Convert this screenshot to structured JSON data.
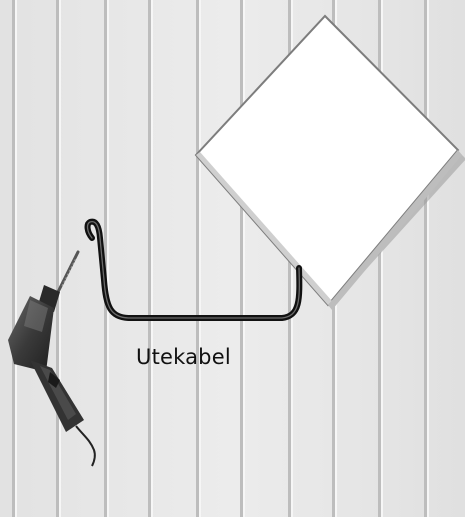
{
  "labels": {
    "cable": "Utekabel"
  },
  "objects": {
    "wall": "wall-panel-boards",
    "panel": "antenna-panel",
    "cable": "outdoor-cable",
    "tool": "drill-icon"
  },
  "colors": {
    "wall_background": "#e9e9e9",
    "wall_grooves": "#bdbdbd",
    "panel_fill": "#ffffff",
    "panel_edge": "#8a8a8a",
    "cable": "#111111",
    "drill": "#3a3a3a"
  }
}
